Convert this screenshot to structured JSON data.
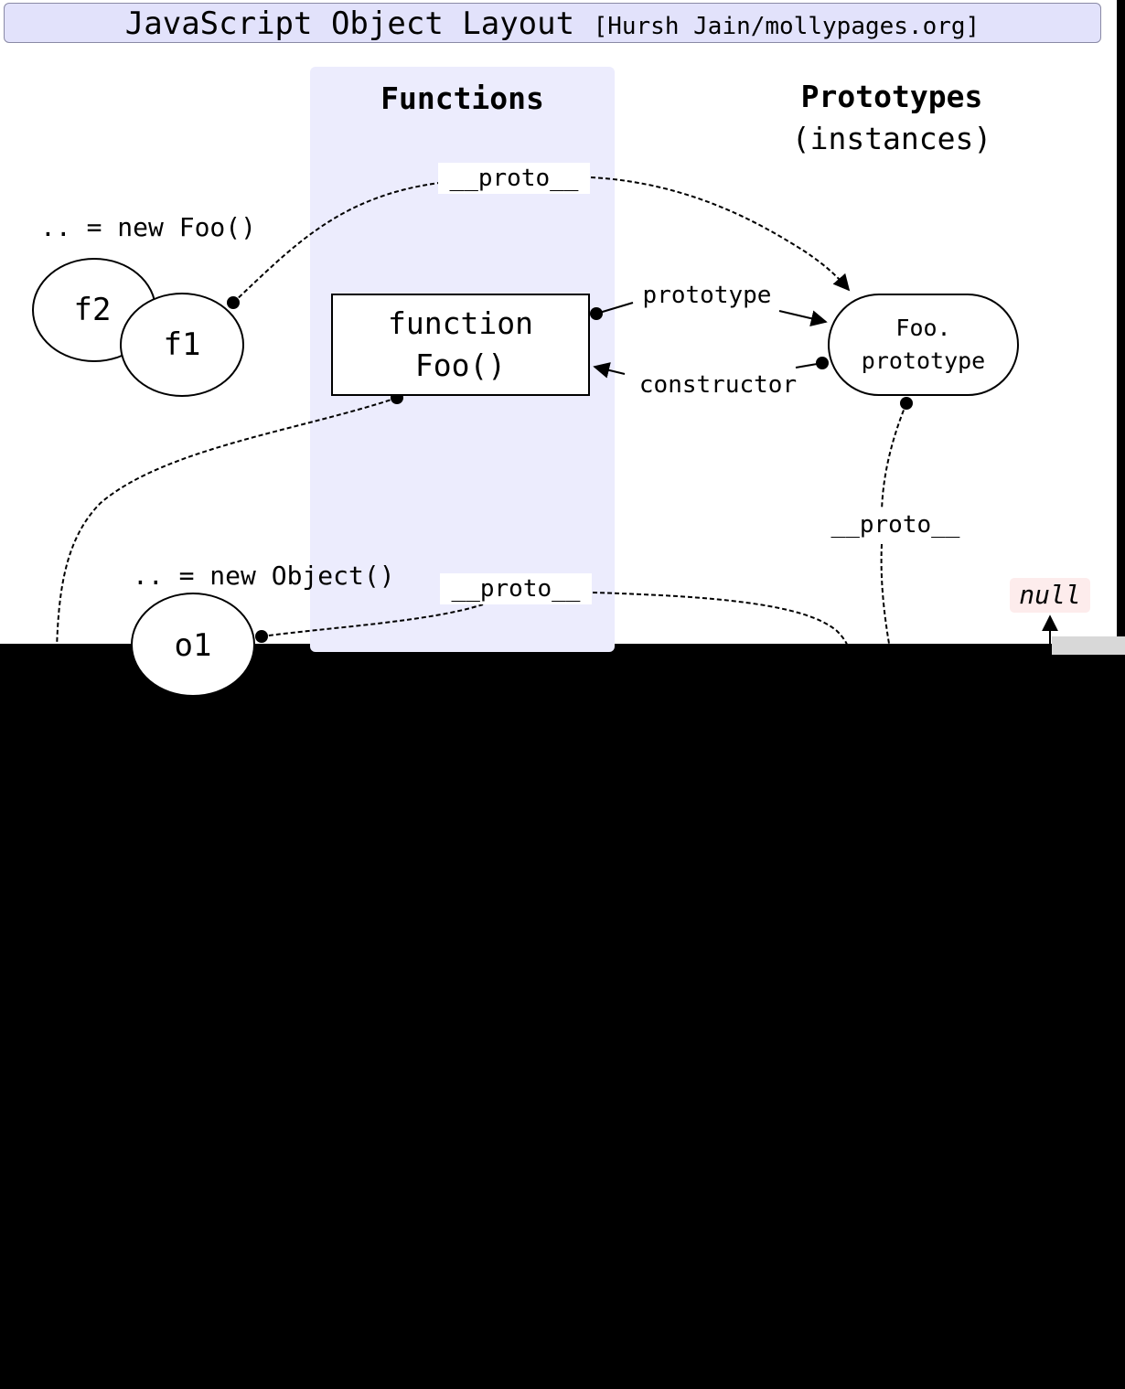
{
  "title": {
    "main": "JavaScript Object Layout",
    "credit": "[Hursh Jain/mollypages.org]"
  },
  "columns": {
    "functions": "Functions",
    "prototypes": "Prototypes",
    "prototypes_sub": "(instances)"
  },
  "instances": {
    "new_foo": ".. = new Foo()",
    "f2": "f2",
    "f1": "f1",
    "new_object": ".. = new Object()",
    "o1": "o1"
  },
  "function_foo": {
    "line1": "function",
    "line2": "Foo()"
  },
  "foo_prototype": {
    "line1": "Foo.",
    "line2": "prototype"
  },
  "edges": {
    "proto_top": "__proto__",
    "prototype": "prototype",
    "constructor": "constructor",
    "proto_right": "__proto__",
    "proto_middle": "__proto__"
  },
  "null_label": "null"
}
